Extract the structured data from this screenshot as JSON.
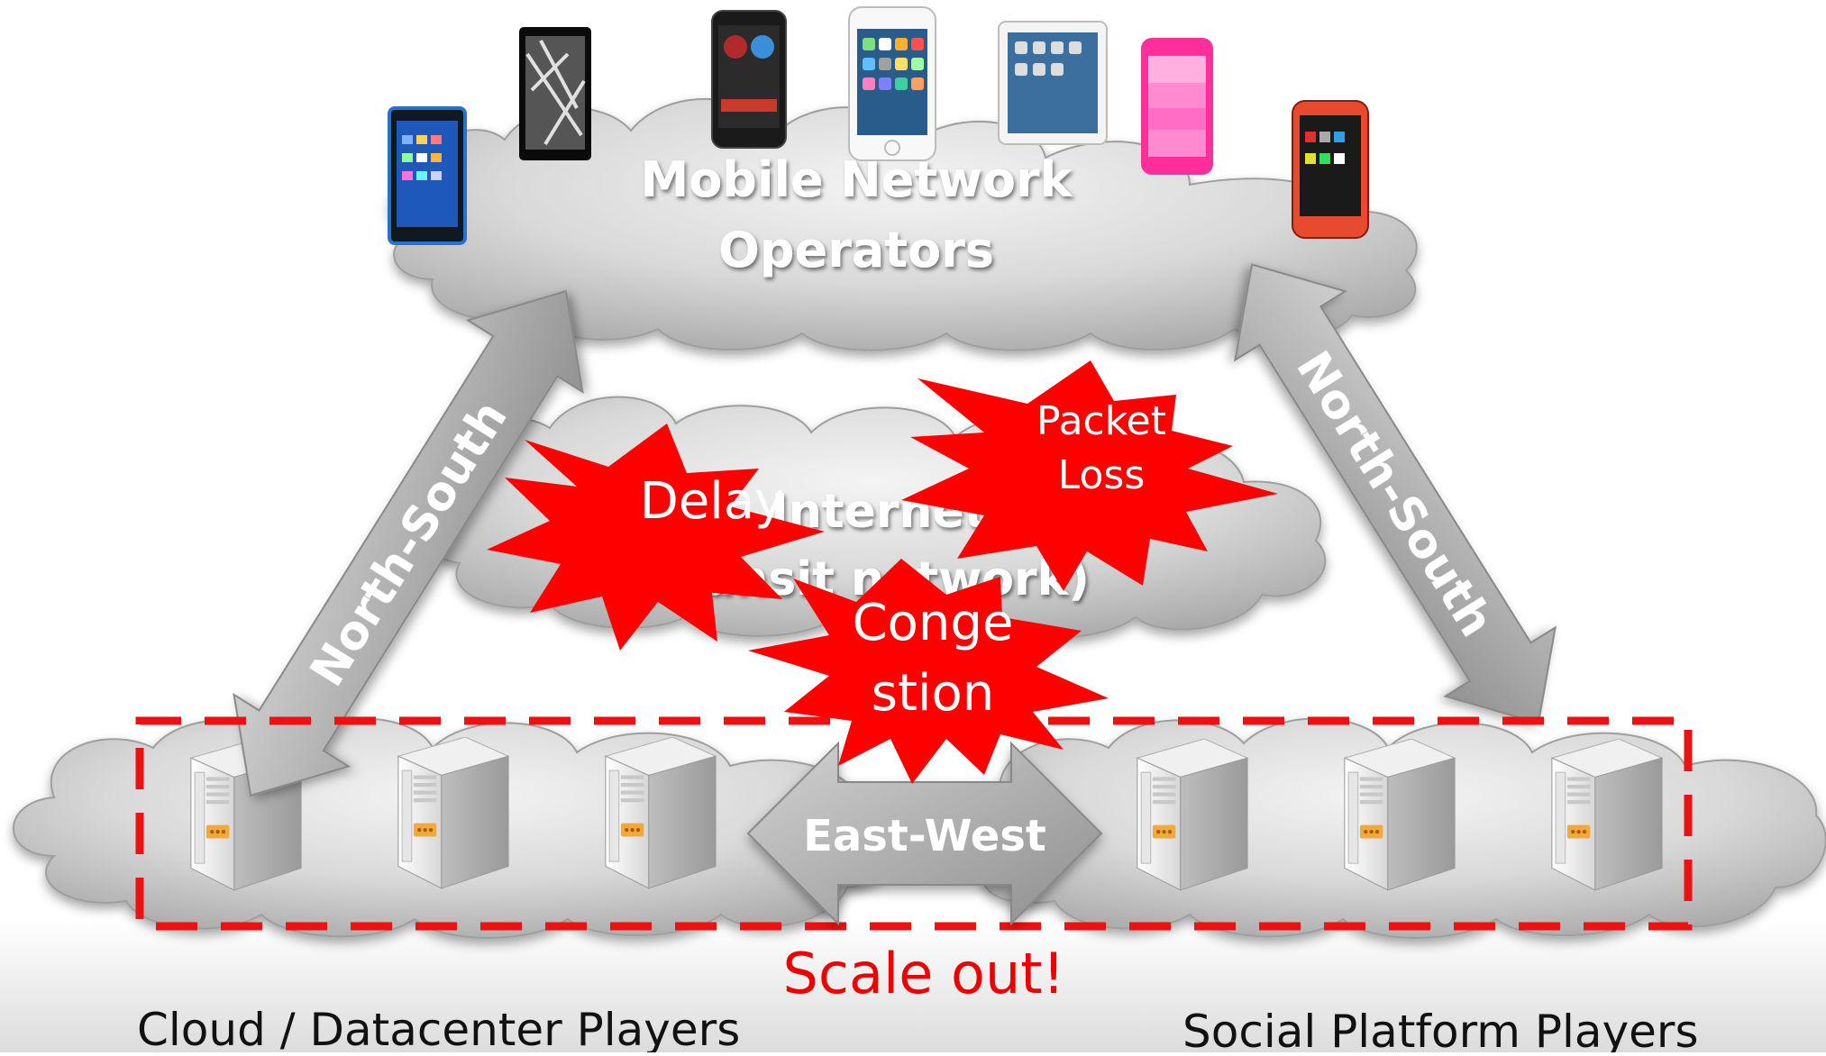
{
  "clouds": {
    "mobile": {
      "line1": "Mobile Network",
      "line2": "Operators"
    },
    "internet": {
      "line1": "Internet",
      "line2": "(Transit network)"
    }
  },
  "arrows": {
    "left": "North-South",
    "right": "North-South",
    "east_west": "East-West"
  },
  "bursts": {
    "delay": "Delay",
    "packet_loss": {
      "line1": "Packet",
      "line2": "Loss"
    },
    "congestion": {
      "line1": "Conge",
      "line2": "stion"
    }
  },
  "scale_out": "Scale out!",
  "players": {
    "cloud": "Cloud / Datacenter Players",
    "social": "Social Platform Players"
  },
  "colors": {
    "burst": "#ff0000",
    "dashed_box": "#ee1111",
    "scale_out_text": "#ee0000",
    "cloud_text": "#ffffff",
    "arrow_fill": "#a8a8a8"
  },
  "devices": [
    "smartphone",
    "smartphone",
    "smartphone",
    "iphone",
    "ipad",
    "pink-phone",
    "smartphone"
  ],
  "servers": [
    "server",
    "server",
    "server",
    "server",
    "server",
    "server"
  ]
}
